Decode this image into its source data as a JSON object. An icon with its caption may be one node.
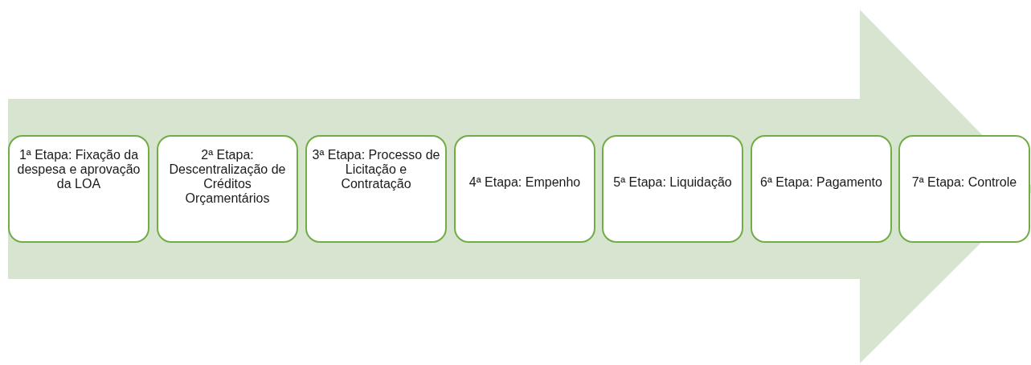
{
  "diagram": {
    "nodes": [
      {
        "text": [
          "1ª Etapa: Fixação da despesa e aprovação da LOA"
        ]
      },
      {
        "text": [
          "2ª Etapa: Descentralização de Créditos Orçamentários"
        ]
      },
      {
        "text": [
          "3ª Etapa: Processo de Licitação e Contratação"
        ]
      },
      {
        "text": [
          "4ª Etapa: Empenho"
        ]
      },
      {
        "text": [
          "5ª Etapa: Liquidação"
        ]
      },
      {
        "text": [
          "6ª Etapa: Pagamento"
        ]
      },
      {
        "text": [
          "7ª Etapa: Controle"
        ]
      }
    ]
  }
}
